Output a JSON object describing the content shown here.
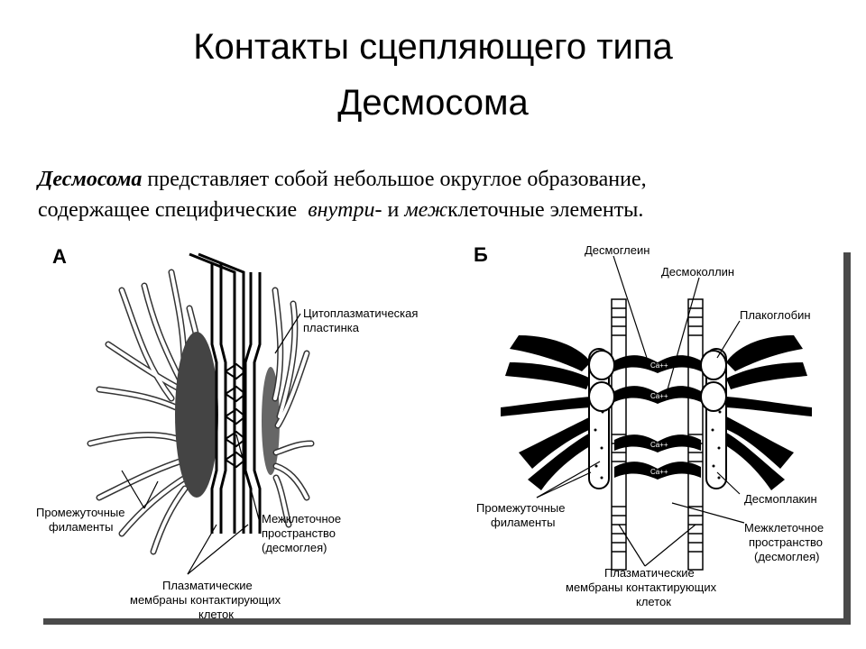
{
  "slide": {
    "title_line1": "Контакты сцепляющего типа",
    "title_line2": "Десмосома"
  },
  "paragraph": {
    "term": "Десмосома",
    "part1": " представляет собой небольшое округлое образование,",
    "part2": "содержащее специфические  ",
    "intra": "внутри",
    "part3": "- и ",
    "inter": "меж",
    "part4": "клеточные элементы."
  },
  "figure_a": {
    "letter": "А",
    "labels": {
      "plaque_1": "Цитоплазматическая",
      "plaque_2": "пластинка",
      "filaments_1": "Промежуточные",
      "filaments_2": "филаменты",
      "space_1": "Межклеточное",
      "space_2": "пространство",
      "space_3": "(десмоглея)",
      "membranes_1": "Плазматические",
      "membranes_2": "мембраны контактирующих",
      "membranes_3": "клеток"
    }
  },
  "figure_b": {
    "letter": "Б",
    "labels": {
      "desmoglein": "Десмоглеин",
      "desmocollin": "Десмоколлин",
      "plakoglobin": "Плакоглобин",
      "desmoplakin": "Десмоплакин",
      "filaments_1": "Промежуточные",
      "filaments_2": "филаменты",
      "space_1": "Межклеточное",
      "space_2": "пространство",
      "space_3": "(десмоглея)",
      "membranes_1": "Плазматические",
      "membranes_2": "мембраны контактирующих",
      "membranes_3": "клеток",
      "ca": "Ca++"
    }
  }
}
